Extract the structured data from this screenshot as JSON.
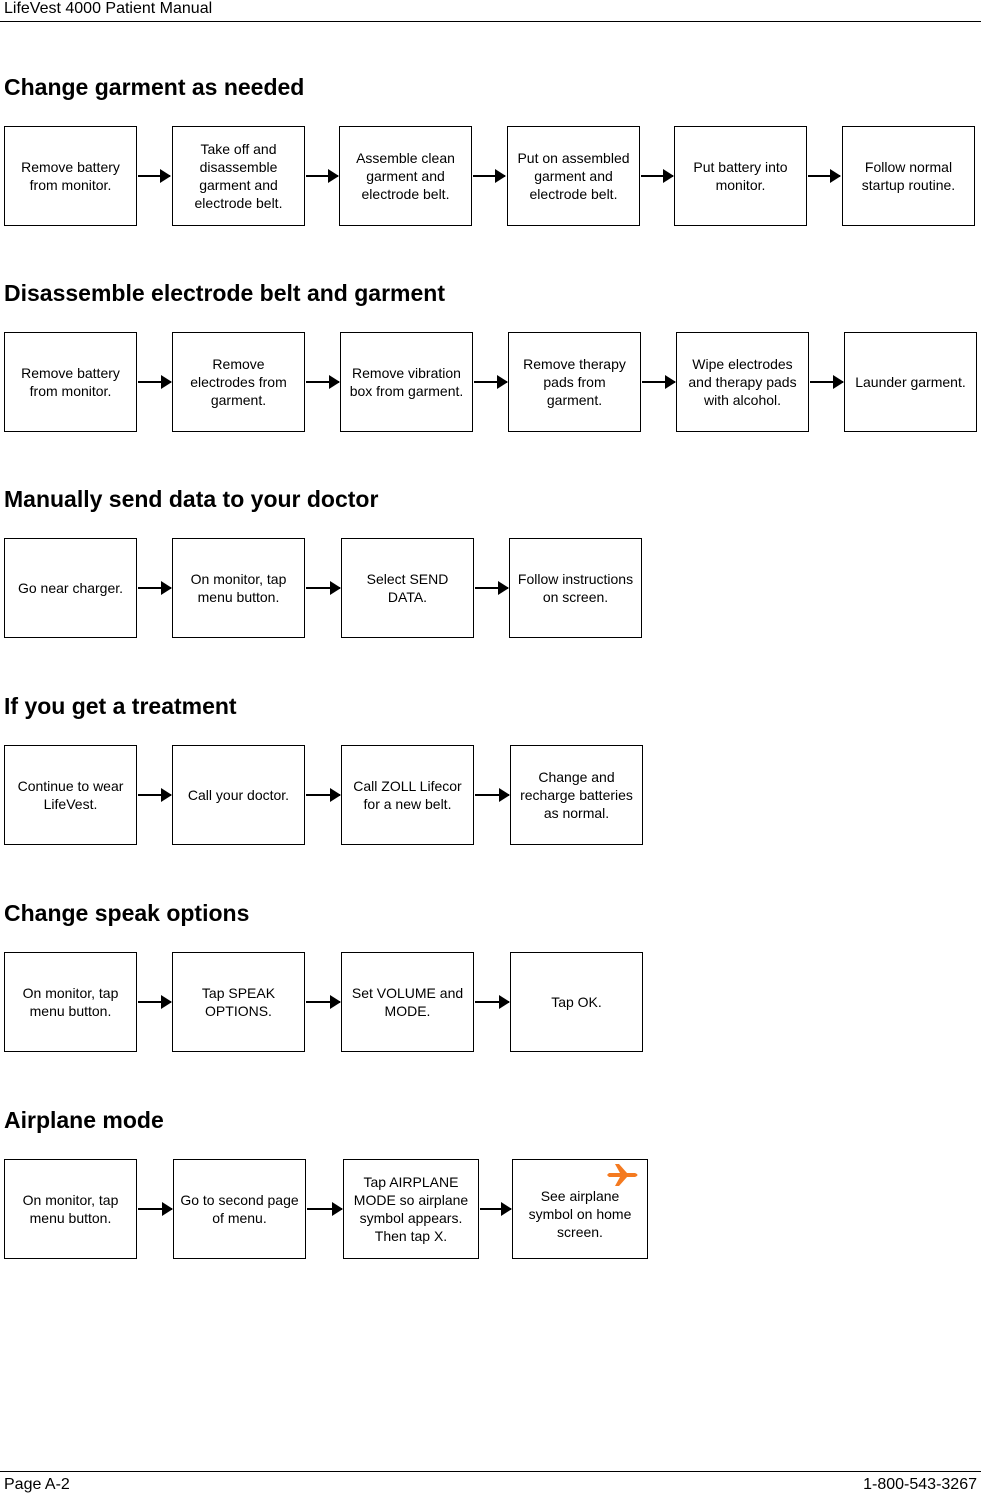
{
  "header": {
    "title": "LifeVest 4000 Patient Manual"
  },
  "sections": [
    {
      "title": "Change garment as needed",
      "steps": [
        "Remove battery\nfrom monitor.",
        "Take off and\ndisassemble\ngarment and\nelectrode belt.",
        "Assemble clean\ngarment and\nelectrode belt.",
        "Put on assembled\ngarment and\nelectrode belt.",
        "Put battery into\nmonitor.",
        "Follow normal\nstartup routine."
      ]
    },
    {
      "title": "Disassemble electrode belt and garment",
      "steps": [
        "Remove battery\nfrom monitor.",
        "Remove\nelectrodes from\ngarment.",
        "Remove vibration\nbox from garment.",
        "Remove therapy\npads from\ngarment.",
        "Wipe electrodes\nand therapy pads\nwith alcohol.",
        "Launder garment."
      ]
    },
    {
      "title": "Manually send data to your doctor",
      "steps": [
        "Go near charger.",
        "On monitor, tap\nmenu button.",
        "Select SEND\nDATA.",
        "Follow instructions\non screen."
      ]
    },
    {
      "title": "If you get a treatment",
      "steps": [
        "Continue to wear\nLifeVest.",
        "Call your doctor.",
        "Call ZOLL Lifecor\nfor a new belt.",
        "Change and\nrecharge batteries\nas normal."
      ]
    },
    {
      "title": "Change speak options",
      "steps": [
        "On monitor, tap\nmenu button.",
        "Tap SPEAK\nOPTIONS.",
        "Set VOLUME and\nMODE.",
        "Tap OK."
      ]
    },
    {
      "title": "Airplane mode",
      "steps": [
        "On monitor, tap\nmenu button.",
        "Go to second page\nof menu.",
        "Tap AIRPLANE\nMODE so airplane\nsymbol appears.\nThen tap X.",
        "See airplane\nsymbol on home\nscreen."
      ]
    }
  ],
  "icons": {
    "airplane": "airplane-icon",
    "airplane_color": "#f47a20"
  },
  "footer": {
    "page": "Page A-2",
    "phone": "1-800-543-3267"
  }
}
